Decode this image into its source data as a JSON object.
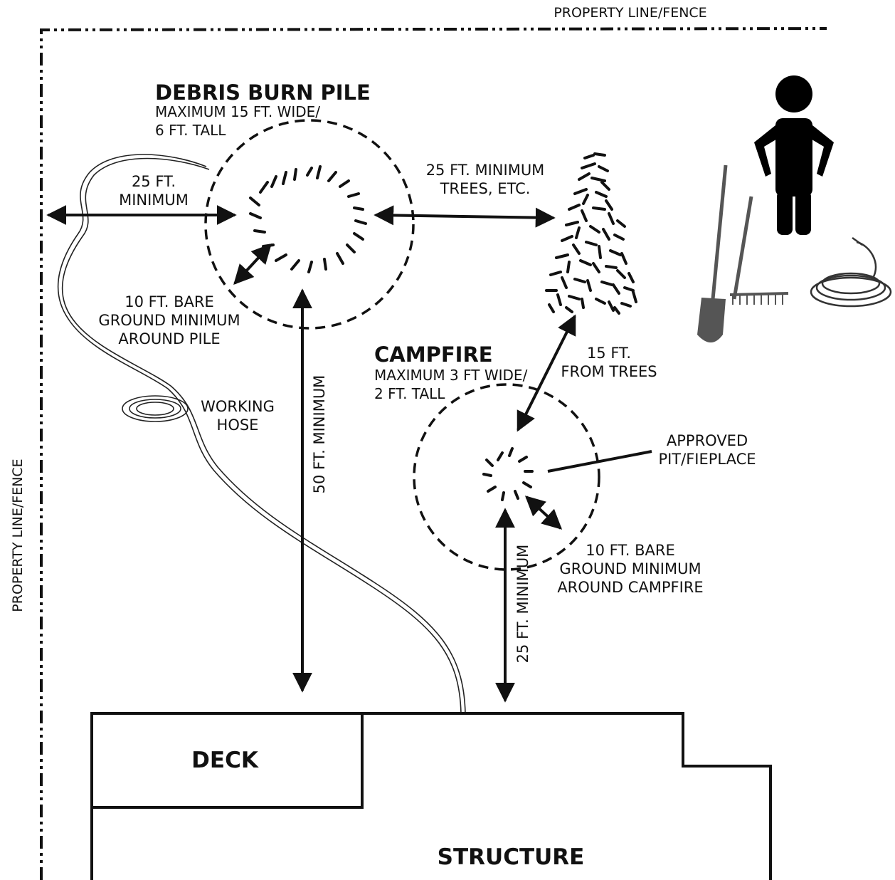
{
  "property_line_top": "PROPERTY LINE/FENCE",
  "property_line_left": "PROPERTY LINE/FENCE",
  "debris": {
    "title": "DEBRIS BURN PILE",
    "line1": "MAXIMUM 15 FT. WIDE/",
    "line2": "6 FT. TALL",
    "left_line1": "25 FT.",
    "left_line2": "MINIMUM",
    "trees_line1": "25 FT. MINIMUM",
    "trees_line2": "TREES, ETC.",
    "bare_line1": "10 FT. BARE",
    "bare_line2": "GROUND MINIMUM",
    "bare_line3": "AROUND PILE",
    "structure_distance": "50 FT. MINIMUM"
  },
  "hose": {
    "line1": "WORKING",
    "line2": "HOSE"
  },
  "campfire": {
    "title": "CAMPFIRE",
    "line1": "MAXIMUM 3 FT WIDE/",
    "line2": "2 FT. TALL",
    "trees_line1": "15 FT.",
    "trees_line2": "FROM TREES",
    "pit_line1": "APPROVED",
    "pit_line2": "PIT/FIEPLACE",
    "bare_line1": "10 FT. BARE",
    "bare_line2": "GROUND MINIMUM",
    "bare_line3": "AROUND CAMPFIRE",
    "structure_distance": "25 FT. MINIMUM"
  },
  "deck": "DECK",
  "structure": "STRUCTURE",
  "icons": [
    "person-icon",
    "shovel-icon",
    "rake-icon",
    "garden-hose-icon",
    "tree-icon",
    "hose-coil-icon"
  ]
}
